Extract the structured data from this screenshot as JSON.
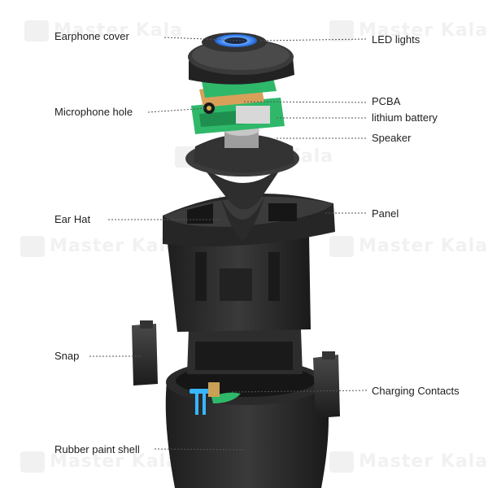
{
  "labels": {
    "earphone_cover": "Earphone cover",
    "led_lights": "LED lights",
    "pcba": "PCBA",
    "lithium_battery": "lithium battery",
    "microphone_hole": "Microphone hole",
    "speaker": "Speaker",
    "ear_hat": "Ear Hat",
    "panel": "Panel",
    "snap": "Snap",
    "charging_contacts": "Charging Contacts",
    "rubber_paint_shell": "Rubber paint shell"
  },
  "watermark": "Master Kala",
  "colors": {
    "body_dark": "#2b2b2b",
    "led_blue": "#3a8bff",
    "pcba_green": "#2fb86a",
    "battery_orange": "#d9a05a",
    "contact_blue": "#38b6ff",
    "leader_line": "#555555"
  }
}
